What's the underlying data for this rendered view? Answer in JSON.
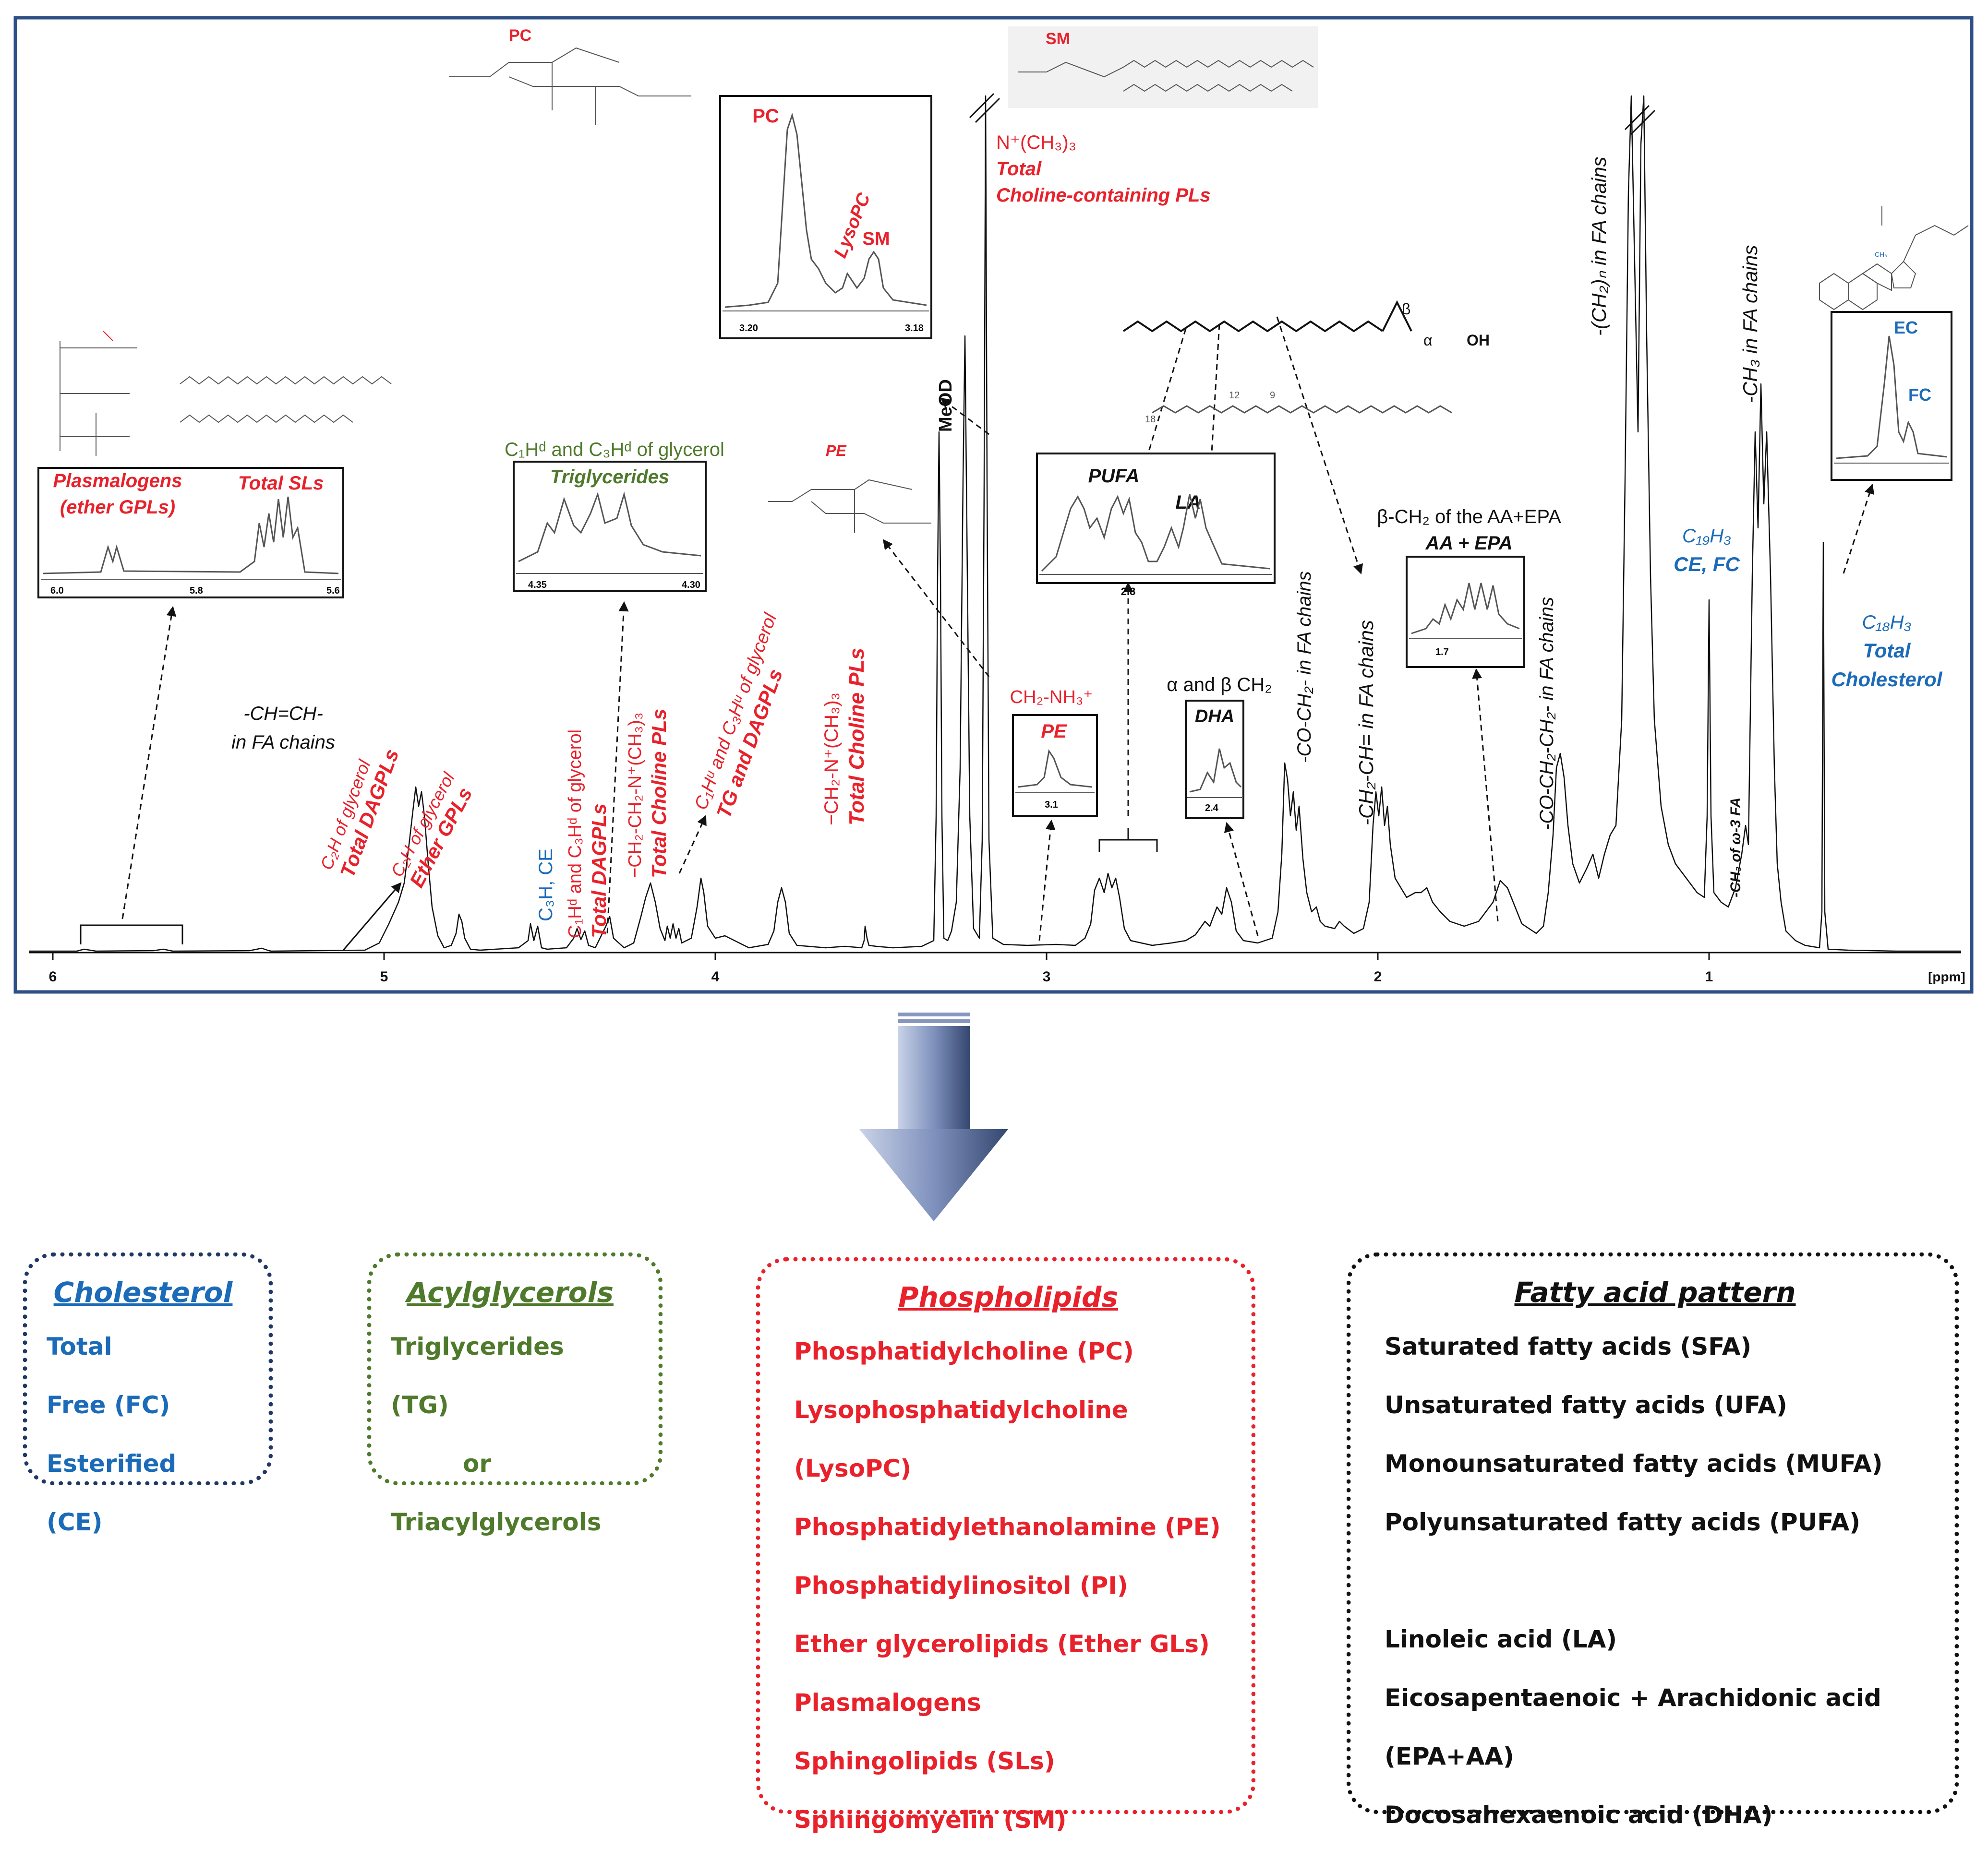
{
  "spectrum": {
    "x_axis": {
      "ticks": [
        "6",
        "5",
        "4",
        "3",
        "2",
        "1"
      ],
      "unit": "[ppm]"
    },
    "peak_labels": {
      "choline_total": [
        "N⁺(CH₃)₃",
        "Total",
        "Choline-containing PLs"
      ],
      "meod": "MeOD",
      "ch_eq_ch": [
        "-CH=CH-",
        "in FA chains"
      ],
      "c2h_dag": [
        "C₂H of glycerol",
        "Total DAGPLs"
      ],
      "c2h_ether": [
        "C₂H of glycerol",
        "Ether GPLs"
      ],
      "c3h_ce": "C₃H, CE",
      "c1hd_dag": [
        "C₁Hᵈ and C₃Hᵈ of glycerol",
        "Total DAGPLs"
      ],
      "choline_ch2": [
        "−CH₂-CH₂-N⁺(CH₃)₃",
        "Total Choline PLs"
      ],
      "c1hu_tg": [
        "C₁Hᵘ and C₃Hᵘ of glycerol",
        "TG and DAGPLs"
      ],
      "ch2n_choline": [
        "−CH₂-N⁺(CH₃)₃",
        "Total Choline PLs"
      ],
      "alpha_beta": "α and β CH₂",
      "co_ch2": "-CO-CH₂- in FA chains",
      "ch2_ch_eq": "-CH₂-CH= in FA chains",
      "co_ch2_ch2": "-CO-CH₂-CH₂- in FA chains",
      "ch2n_fa": "-(CH₂)ₙ in FA chains",
      "ch3_fa": "-CH₃ in FA chains",
      "ch3_omega3": "-CH₃ of ω-3 FA",
      "c19h3": [
        "C₁₉H₃",
        "CE, FC"
      ],
      "c18h3": [
        "C₁₈H₃",
        "Total",
        "Cholesterol"
      ],
      "glycerol_green": "C₁Hᵈ and C₃Hᵈ of glycerol",
      "beta_ch2": "β-CH₂ of the AA+EPA"
    },
    "insets": {
      "plasmalogens": {
        "labels": [
          "Plasmalogens",
          "(ether GPLs)",
          "Total SLs"
        ],
        "ticks": [
          "6.0",
          "5.8",
          "5.6"
        ]
      },
      "triglycerides": {
        "labels": [
          "Triglycerides"
        ],
        "ticks": [
          "4.35",
          "4.30"
        ]
      },
      "pc": {
        "labels": [
          "PC",
          "LysoPC",
          "SM"
        ],
        "ticks": [
          "3.20",
          "3.18"
        ]
      },
      "pe": {
        "labels": [
          "CH₂-NH₃⁺",
          "PE"
        ],
        "ticks": [
          "3.1"
        ]
      },
      "pufa": {
        "labels": [
          "PUFA",
          "LA"
        ],
        "ticks": [
          "2.8"
        ]
      },
      "dha": {
        "labels": [
          "DHA"
        ],
        "ticks": [
          "2.4"
        ]
      },
      "aa_epa": {
        "labels": [
          "AA + EPA"
        ],
        "ticks": [
          "1.7"
        ]
      },
      "chol": {
        "labels": [
          "EC",
          "FC"
        ]
      }
    },
    "structure_labels": {
      "pc": "PC",
      "sm": "SM",
      "pe": "PE",
      "fa_beta": "β",
      "fa_alpha": "α",
      "oh": "OH",
      "la_c18": "18",
      "la_c12": "12",
      "la_c9": "9",
      "ch3": "CH₃"
    }
  },
  "categories": {
    "cholesterol": {
      "title": "Cholesterol",
      "items": [
        "Total",
        "Free (FC)",
        "Esterified (CE)"
      ]
    },
    "acylglycerols": {
      "title": "Acylglycerols",
      "items": [
        "Triglycerides (TG)",
        "or",
        "Triacylglycerols"
      ]
    },
    "phospholipids": {
      "title": "Phospholipids",
      "items": [
        "Phosphatidylcholine (PC)",
        "Lysophosphatidylcholine (LysoPC)",
        "Phosphatidylethanolamine (PE)",
        "Phosphatidylinositol (PI)",
        "Ether glycerolipids (Ether GLs)",
        "Plasmalogens",
        "Sphingolipids (SLs)",
        "Sphingomyelin (SM)"
      ]
    },
    "fatty_acids": {
      "title": "Fatty acid pattern",
      "items": [
        "Saturated fatty acids (SFA)",
        "Unsaturated fatty acids (UFA)",
        "Monounsaturated fatty acids (MUFA)",
        "Polyunsaturated fatty acids (PUFA)",
        "",
        "Linoleic acid (LA)",
        "Eicosapentaenoic + Arachidonic acid (EPA+AA)",
        "Docosahexaenoic acid (DHA)"
      ]
    }
  },
  "colors": {
    "frame": "#2e4f86",
    "red": "#e8212b",
    "blue": "#1b6bb8",
    "green": "#4f7a2c",
    "navy": "#1f3763",
    "black": "#111111"
  }
}
